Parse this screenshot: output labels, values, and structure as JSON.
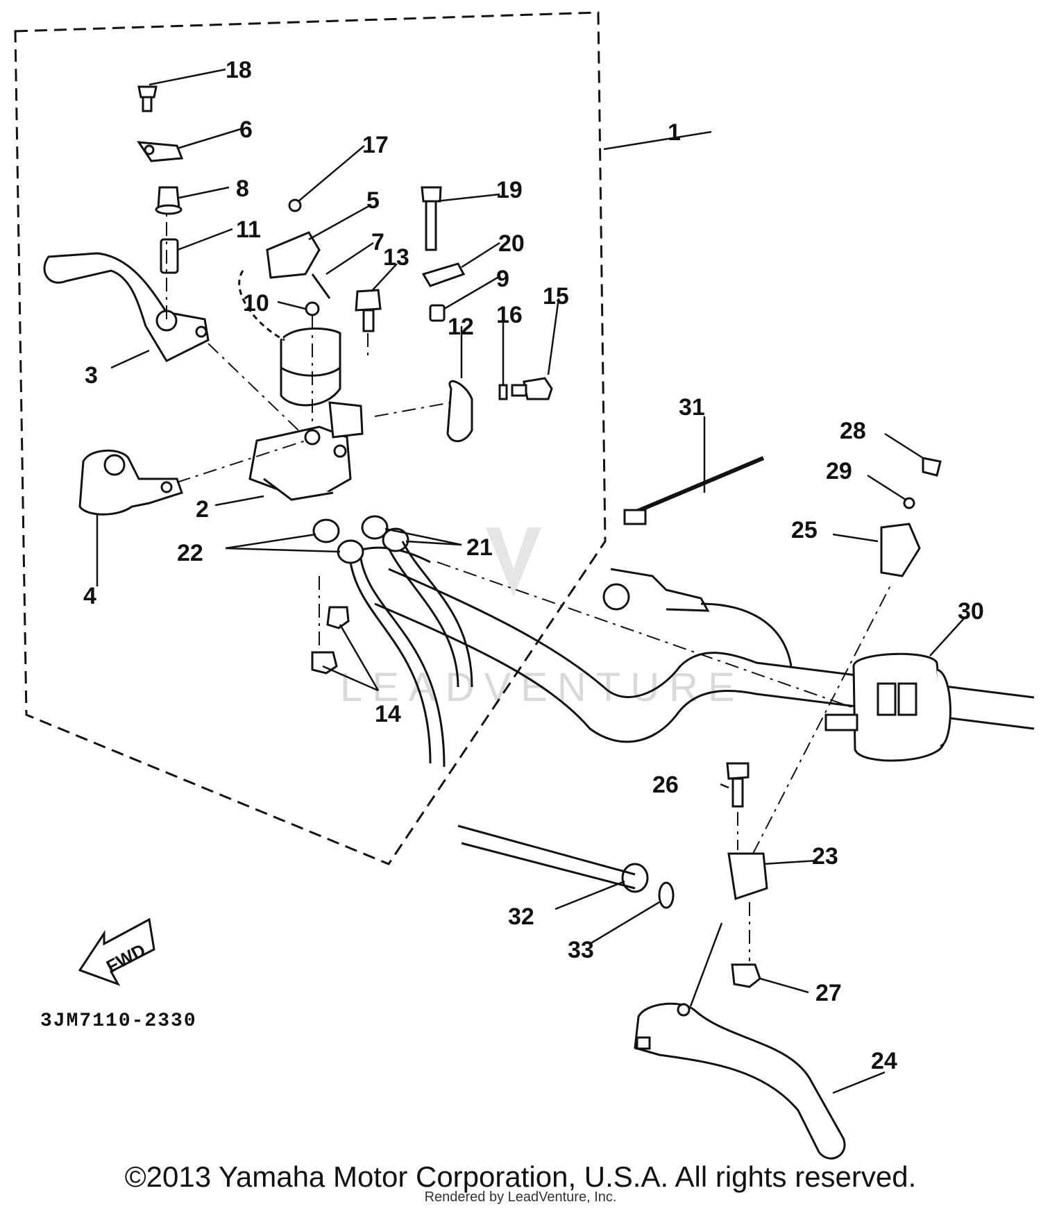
{
  "diagram": {
    "part_code": "3JM7110-2330",
    "fwd_label": "FWD",
    "watermark": "LEADVENTURE",
    "callouts": [
      "1",
      "2",
      "3",
      "4",
      "5",
      "6",
      "7",
      "8",
      "9",
      "10",
      "11",
      "12",
      "13",
      "14",
      "15",
      "16",
      "17",
      "18",
      "19",
      "20",
      "21",
      "22",
      "23",
      "24",
      "25",
      "26",
      "27",
      "28",
      "29",
      "30",
      "31",
      "32",
      "33"
    ]
  },
  "footer": {
    "copyright": "©2013 Yamaha Motor Corporation, U.S.A. All rights reserved.",
    "rendered_by": "Rendered by LeadVenture, Inc."
  }
}
